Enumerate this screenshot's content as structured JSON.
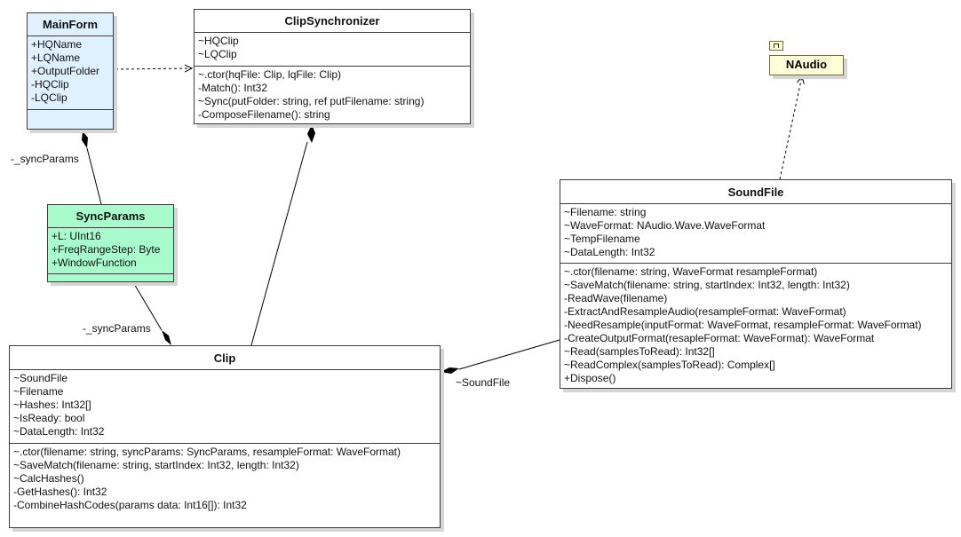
{
  "classes": {
    "main_form": {
      "name": "MainForm",
      "attributes": [
        "+HQName",
        "+LQName",
        "+OutputFolder",
        "-HQClip",
        "-LQClip"
      ],
      "operations": [],
      "fill": "#dff0fe"
    },
    "clip_synchronizer": {
      "name": "ClipSynchronizer",
      "attributes": [
        "~HQClip",
        "~LQClip"
      ],
      "operations": [
        "~.ctor(hqFile: Clip, lqFile: Clip)",
        "-Match(): Int32",
        "~Sync(putFolder: string, ref putFilename: string)",
        "-ComposeFilename(): string"
      ],
      "fill": "#ffffff"
    },
    "sync_params": {
      "name": "SyncParams",
      "attributes": [
        "+L: UInt16",
        "+FreqRangeStep: Byte",
        "+WindowFunction"
      ],
      "operations": [],
      "fill": "#a8fccc"
    },
    "clip": {
      "name": "Clip",
      "attributes": [
        "~SoundFile",
        "~Filename",
        "~Hashes: Int32[]",
        "~IsReady: bool",
        "~DataLength: Int32"
      ],
      "operations": [
        "~.ctor(filename: string, syncParams: SyncParams, resampleFormat: WaveFormat)",
        "~SaveMatch(filename: string, startIndex: Int32, length: Int32)",
        "~CalcHashes()",
        "-GetHashes(): Int32",
        "-CombineHashCodes(params data: Int16[]): Int32"
      ],
      "fill": "#ffffff"
    },
    "sound_file": {
      "name": "SoundFile",
      "attributes": [
        "~Filename: string",
        "~WaveFormat: NAudio.Wave.WaveFormat",
        "~TempFilename",
        "~DataLength: Int32"
      ],
      "operations": [
        "~.ctor(filename: string, WaveFormat resampleFormat)",
        "~SaveMatch(filename: string, startIndex: Int32, length: Int32)",
        "-ReadWave(filename)",
        "-ExtractAndResampleAudio(resampleFormat: WaveFormat)",
        "-NeedResample(inputFormat: WaveFormat, resampleFormat: WaveFormat)",
        "-CreateOutputFormat(resapleFormat: WaveFormat): WaveFormat",
        "~Read(samplesToRead): Int32[]",
        "~ReadComplex(samplesToRead): Complex[]",
        "+Dispose()"
      ],
      "fill": "#ffffff"
    }
  },
  "package": {
    "name": "NAudio",
    "fill": "#fffed6"
  },
  "relationships": {
    "main_form_sync_params": {
      "kind": "composition",
      "label": "-_syncParams"
    },
    "sync_params_clip": {
      "kind": "composition",
      "label": "-_syncParams"
    },
    "clip_synchronizer_clip": {
      "kind": "composition",
      "label": ""
    },
    "clip_sound_file": {
      "kind": "composition",
      "label": "~SoundFile"
    },
    "main_form_clip_synchronizer": {
      "kind": "dependency",
      "label": ""
    },
    "sound_file_naudio": {
      "kind": "dependency",
      "label": ""
    }
  },
  "colors": {
    "border": "#3c3c3c",
    "line": "#000000",
    "shadow": "#d6d6d6"
  }
}
